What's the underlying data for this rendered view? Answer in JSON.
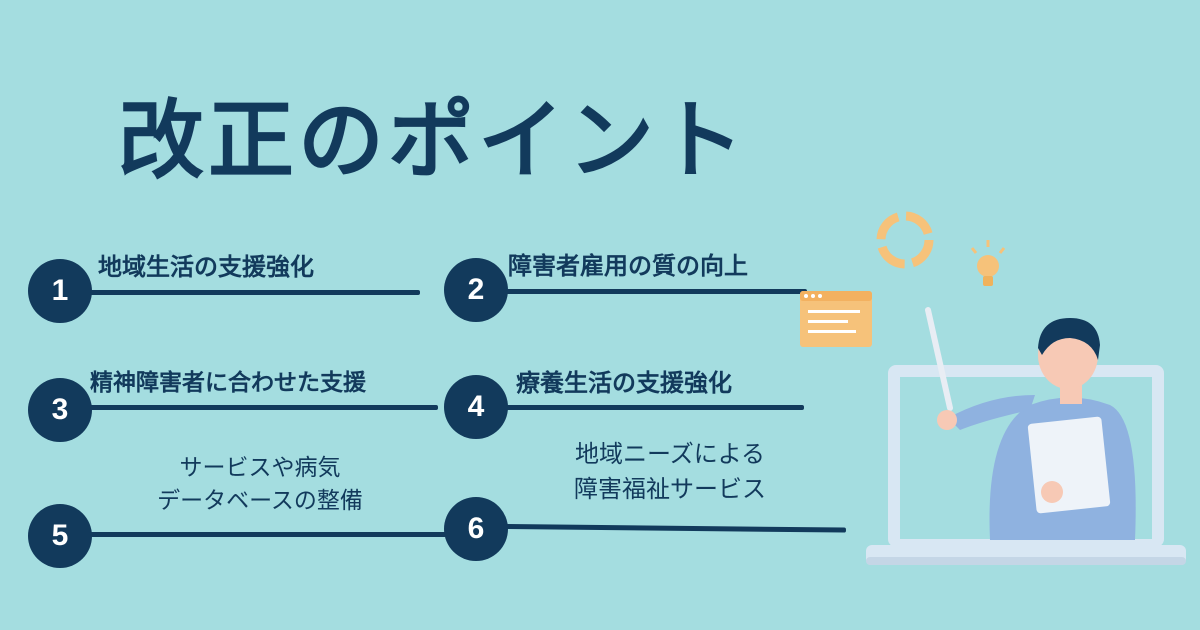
{
  "page": {
    "title": "改正のポイント",
    "points": [
      {
        "number": "1",
        "lines": [
          "地域生活の支援強化"
        ]
      },
      {
        "number": "2",
        "lines": [
          "障害者雇用の質の向上"
        ]
      },
      {
        "number": "3",
        "lines": [
          "精神障害者に合わせた支援"
        ]
      },
      {
        "number": "4",
        "lines": [
          "療養生活の支援強化"
        ]
      },
      {
        "number": "5",
        "lines": [
          "サービスや病気",
          "データベースの整備"
        ]
      },
      {
        "number": "6",
        "lines": [
          "地域ニーズによる",
          "障害福祉サービス"
        ]
      }
    ]
  },
  "colors": {
    "background": "#a4dde0",
    "accent": "#123a5c",
    "illustration_orange": "#f6c27a",
    "laptop_frame": "#d8e7f3"
  },
  "icons": [
    "donut-chart-icon",
    "light-bulb-icon",
    "browser-window-icon",
    "teacher-with-pointer-illustration",
    "laptop-illustration"
  ]
}
